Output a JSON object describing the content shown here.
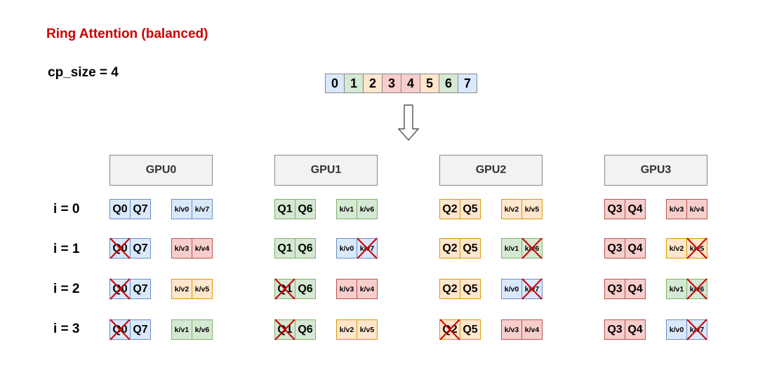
{
  "title": "Ring Attention (balanced)",
  "cp_label": "cp_size = 4",
  "sequence": [
    {
      "label": "0",
      "color": "blue"
    },
    {
      "label": "1",
      "color": "green"
    },
    {
      "label": "2",
      "color": "orange"
    },
    {
      "label": "3",
      "color": "red"
    },
    {
      "label": "4",
      "color": "red"
    },
    {
      "label": "5",
      "color": "orange"
    },
    {
      "label": "6",
      "color": "green"
    },
    {
      "label": "7",
      "color": "blue"
    }
  ],
  "gpus": [
    "GPU0",
    "GPU1",
    "GPU2",
    "GPU3"
  ],
  "row_labels": [
    "i = 0",
    "i = 1",
    "i = 2",
    "i = 3"
  ],
  "colors": {
    "blue": "#dae8fc",
    "green": "#d5e8d4",
    "orange": "#ffe6cc",
    "red": "#f8cecc",
    "cross": "#cc0000"
  },
  "grid": [
    [
      {
        "q": [
          {
            "t": "Q0",
            "c": "blue",
            "x": false
          },
          {
            "t": "Q7",
            "c": "blue",
            "x": false
          }
        ],
        "kv": [
          {
            "t": "k/v0",
            "c": "blue",
            "x": false
          },
          {
            "t": "k/v7",
            "c": "blue",
            "x": false
          }
        ]
      },
      {
        "q": [
          {
            "t": "Q1",
            "c": "green",
            "x": false
          },
          {
            "t": "Q6",
            "c": "green",
            "x": false
          }
        ],
        "kv": [
          {
            "t": "k/v1",
            "c": "green",
            "x": false
          },
          {
            "t": "k/v6",
            "c": "green",
            "x": false
          }
        ]
      },
      {
        "q": [
          {
            "t": "Q2",
            "c": "orange",
            "x": false
          },
          {
            "t": "Q5",
            "c": "orange",
            "x": false
          }
        ],
        "kv": [
          {
            "t": "k/v2",
            "c": "orange",
            "x": false
          },
          {
            "t": "k/v5",
            "c": "orange",
            "x": false
          }
        ]
      },
      {
        "q": [
          {
            "t": "Q3",
            "c": "red",
            "x": false
          },
          {
            "t": "Q4",
            "c": "red",
            "x": false
          }
        ],
        "kv": [
          {
            "t": "k/v3",
            "c": "red",
            "x": false
          },
          {
            "t": "k/v4",
            "c": "red",
            "x": false
          }
        ]
      }
    ],
    [
      {
        "q": [
          {
            "t": "Q0",
            "c": "blue",
            "x": true
          },
          {
            "t": "Q7",
            "c": "blue",
            "x": false
          }
        ],
        "kv": [
          {
            "t": "k/v3",
            "c": "red",
            "x": false
          },
          {
            "t": "k/v4",
            "c": "red",
            "x": false
          }
        ]
      },
      {
        "q": [
          {
            "t": "Q1",
            "c": "green",
            "x": false
          },
          {
            "t": "Q6",
            "c": "green",
            "x": false
          }
        ],
        "kv": [
          {
            "t": "k/v0",
            "c": "blue",
            "x": false
          },
          {
            "t": "k/v7",
            "c": "blue",
            "x": true
          }
        ]
      },
      {
        "q": [
          {
            "t": "Q2",
            "c": "orange",
            "x": false
          },
          {
            "t": "Q5",
            "c": "orange",
            "x": false
          }
        ],
        "kv": [
          {
            "t": "k/v1",
            "c": "green",
            "x": false
          },
          {
            "t": "k/v6",
            "c": "green",
            "x": true
          }
        ]
      },
      {
        "q": [
          {
            "t": "Q3",
            "c": "red",
            "x": false
          },
          {
            "t": "Q4",
            "c": "red",
            "x": false
          }
        ],
        "kv": [
          {
            "t": "k/v2",
            "c": "orange",
            "x": false
          },
          {
            "t": "k/v5",
            "c": "orange",
            "x": true
          }
        ]
      }
    ],
    [
      {
        "q": [
          {
            "t": "Q0",
            "c": "blue",
            "x": true
          },
          {
            "t": "Q7",
            "c": "blue",
            "x": false
          }
        ],
        "kv": [
          {
            "t": "k/v2",
            "c": "orange",
            "x": false
          },
          {
            "t": "k/v5",
            "c": "orange",
            "x": false
          }
        ]
      },
      {
        "q": [
          {
            "t": "Q1",
            "c": "green",
            "x": true
          },
          {
            "t": "Q6",
            "c": "green",
            "x": false
          }
        ],
        "kv": [
          {
            "t": "k/v3",
            "c": "red",
            "x": false
          },
          {
            "t": "k/v4",
            "c": "red",
            "x": false
          }
        ]
      },
      {
        "q": [
          {
            "t": "Q2",
            "c": "orange",
            "x": false
          },
          {
            "t": "Q5",
            "c": "orange",
            "x": false
          }
        ],
        "kv": [
          {
            "t": "k/v0",
            "c": "blue",
            "x": false
          },
          {
            "t": "k/v7",
            "c": "blue",
            "x": true
          }
        ]
      },
      {
        "q": [
          {
            "t": "Q3",
            "c": "red",
            "x": false
          },
          {
            "t": "Q4",
            "c": "red",
            "x": false
          }
        ],
        "kv": [
          {
            "t": "k/v1",
            "c": "green",
            "x": false
          },
          {
            "t": "k/v6",
            "c": "green",
            "x": true
          }
        ]
      }
    ],
    [
      {
        "q": [
          {
            "t": "Q0",
            "c": "blue",
            "x": true
          },
          {
            "t": "Q7",
            "c": "blue",
            "x": false
          }
        ],
        "kv": [
          {
            "t": "k/v1",
            "c": "green",
            "x": false
          },
          {
            "t": "k/v6",
            "c": "green",
            "x": false
          }
        ]
      },
      {
        "q": [
          {
            "t": "Q1",
            "c": "green",
            "x": true
          },
          {
            "t": "Q6",
            "c": "green",
            "x": false
          }
        ],
        "kv": [
          {
            "t": "k/v2",
            "c": "orange",
            "x": false
          },
          {
            "t": "k/v5",
            "c": "orange",
            "x": false
          }
        ]
      },
      {
        "q": [
          {
            "t": "Q2",
            "c": "orange",
            "x": true
          },
          {
            "t": "Q5",
            "c": "orange",
            "x": false
          }
        ],
        "kv": [
          {
            "t": "k/v3",
            "c": "red",
            "x": false
          },
          {
            "t": "k/v4",
            "c": "red",
            "x": false
          }
        ]
      },
      {
        "q": [
          {
            "t": "Q3",
            "c": "red",
            "x": false
          },
          {
            "t": "Q4",
            "c": "red",
            "x": false
          }
        ],
        "kv": [
          {
            "t": "k/v0",
            "c": "blue",
            "x": false
          },
          {
            "t": "k/v7",
            "c": "blue",
            "x": true
          }
        ]
      }
    ]
  ]
}
